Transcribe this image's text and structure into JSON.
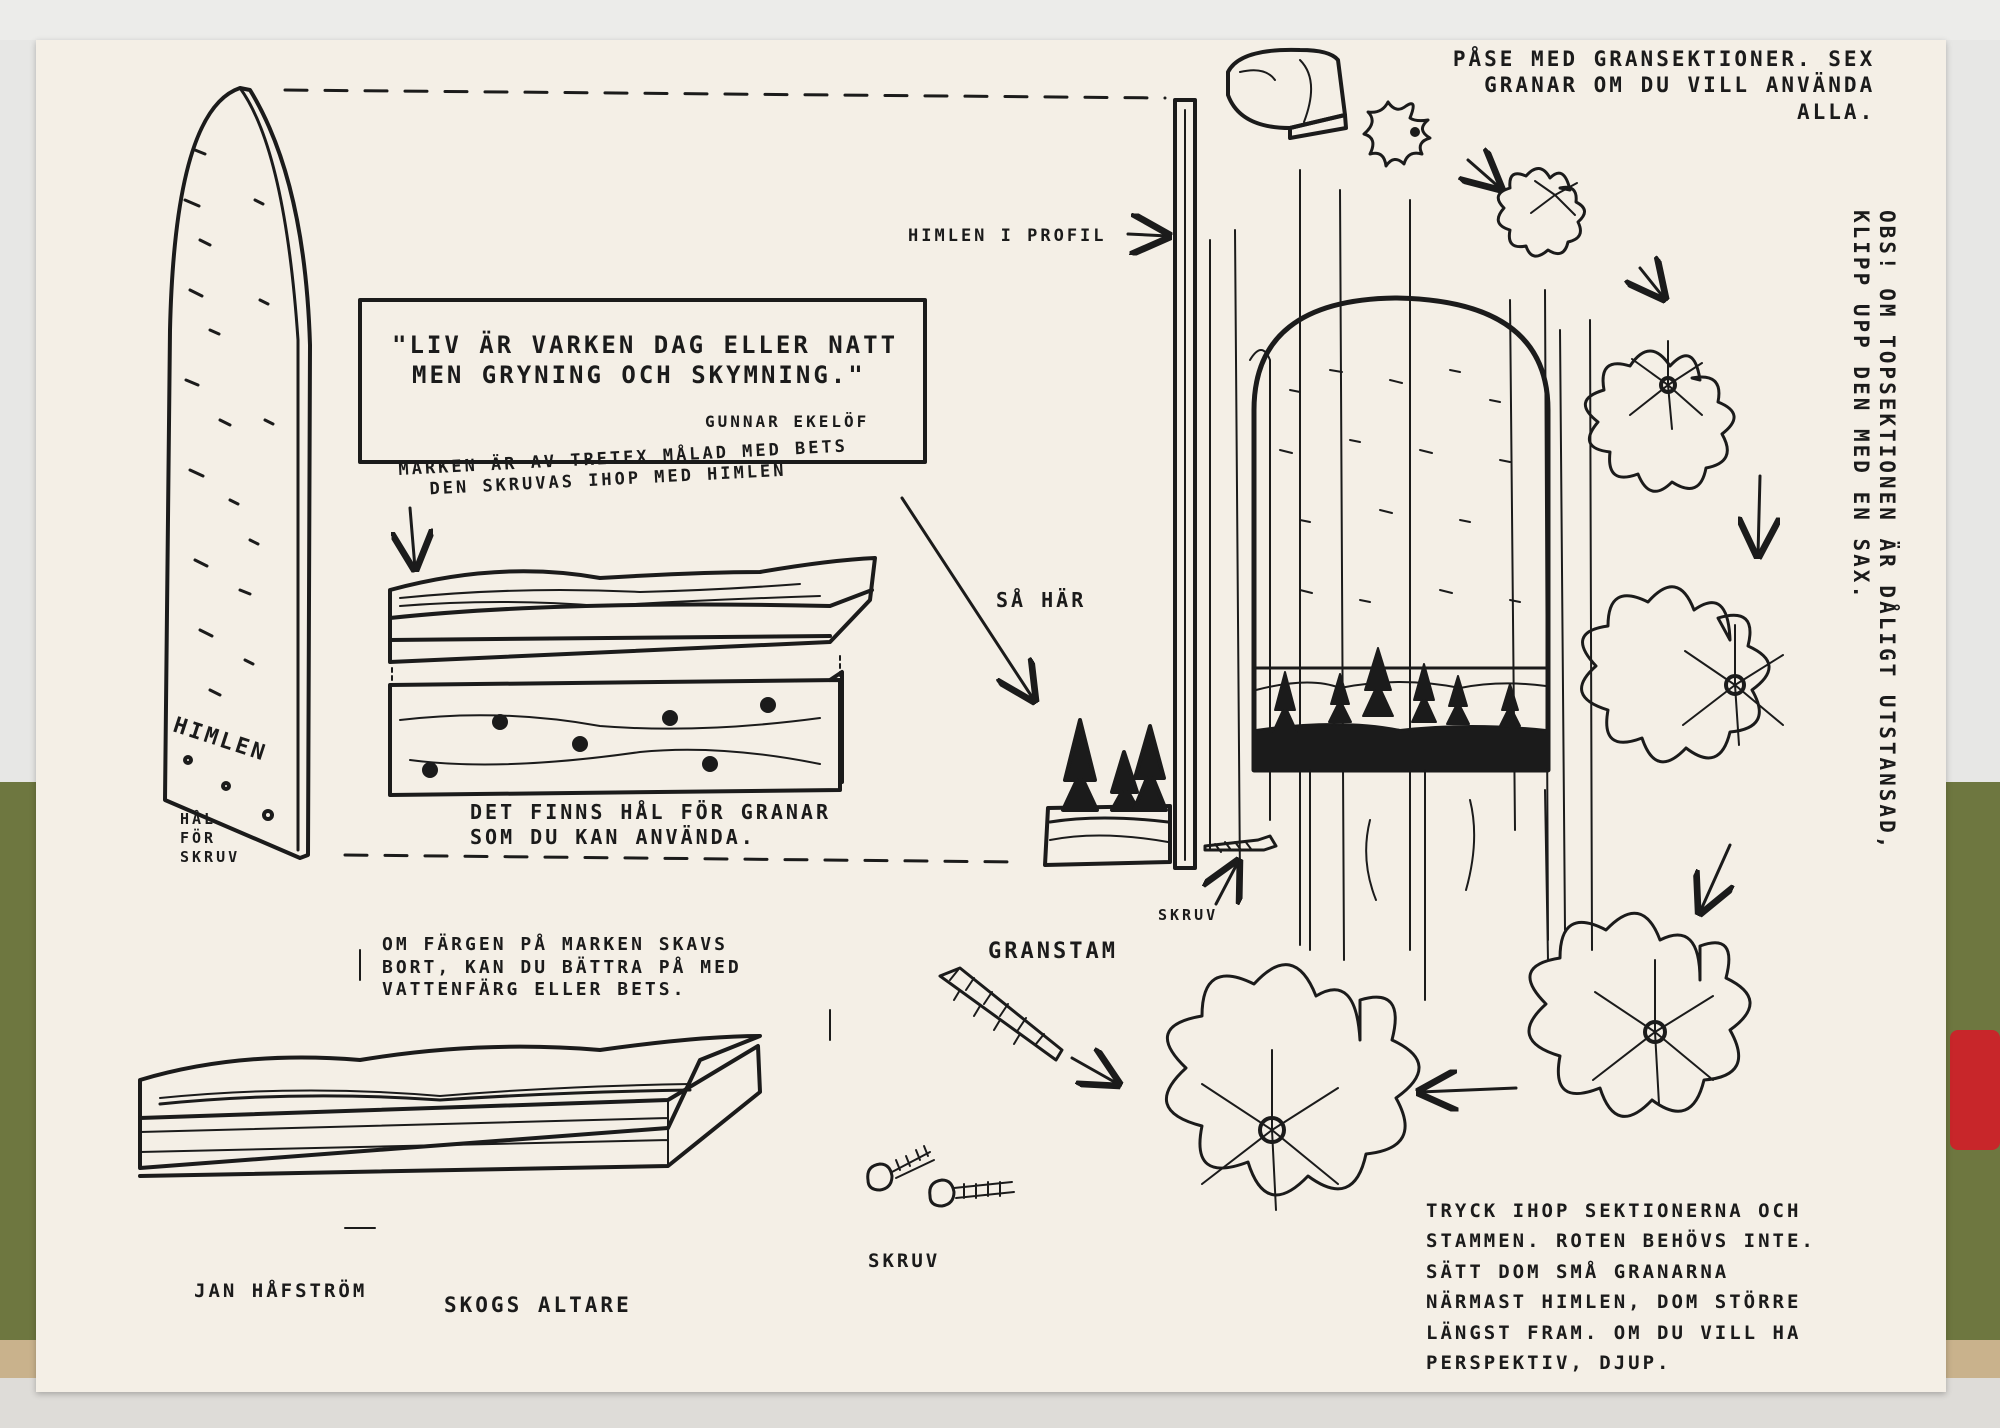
{
  "quote": {
    "line1": "\"LIV ÄR VARKEN DAG ELLER NATT",
    "line2": "MEN GRYNING OCH SKYMNING.\"",
    "author": "GUNNAR EKELÖF"
  },
  "top_note": {
    "line1": "PÅSE MED GRANSEKTIONER. SEX",
    "line2": "GRANAR OM DU VILL ANVÄNDA",
    "line3": "ALLA."
  },
  "obs_note": {
    "line1": "OBS! OM TOPSEKTIONEN ÄR DÅLIGT UTSTANSAD,",
    "line2": "KLIPP UPP DEN MED EN SAX."
  },
  "labels": {
    "himlen": "HIMLEN",
    "hal_line1": "HÅL",
    "hal_line2": "FÖR",
    "hal_line3": "SKRUV",
    "himlen_profil": "HIMLEN I PROFIL",
    "marken_line1": "MARKEN ÄR AV TRETEX MÅLAD MED BETS",
    "marken_line2": "DEN SKRUVAS IHOP MED HIMLEN",
    "sa_har": "SÅ HÄR",
    "holes_line1": "DET FINNS HÅL FÖR GRANAR",
    "holes_line2": "SOM DU KAN ANVÄNDA.",
    "skruv_mid": "SKRUV",
    "color_line1": "OM FÄRGEN PÅ MARKEN SKAVS",
    "color_line2": "BORT, KAN DU BÄTTRA PÅ MED",
    "color_line3": "VATTENFÄRG ELLER BETS.",
    "granstam": "GRANSTAM",
    "skruv_bottom": "SKRUV",
    "artist": "JAN HÅFSTRÖM",
    "title": "SKOGS ALTARE"
  },
  "instructions": {
    "line1": "TRYCK IHOP SEKTIONERNA OCH",
    "line2": "STAMMEN. ROTEN BEHÖVS INTE.",
    "line3": "SÄTT DOM SMÅ GRANARNA",
    "line4": "NÄRMAST HIMLEN, DOM STÖRRE",
    "line5": "LÄNGST FRAM. OM DU VILL HA",
    "line6": "PERSPEKTIV, DJUP."
  },
  "colors": {
    "paper": "#f4efe6",
    "ink": "#1b1b1b",
    "book_cloth": "#6e7740",
    "bookmark": "#c8262a"
  }
}
